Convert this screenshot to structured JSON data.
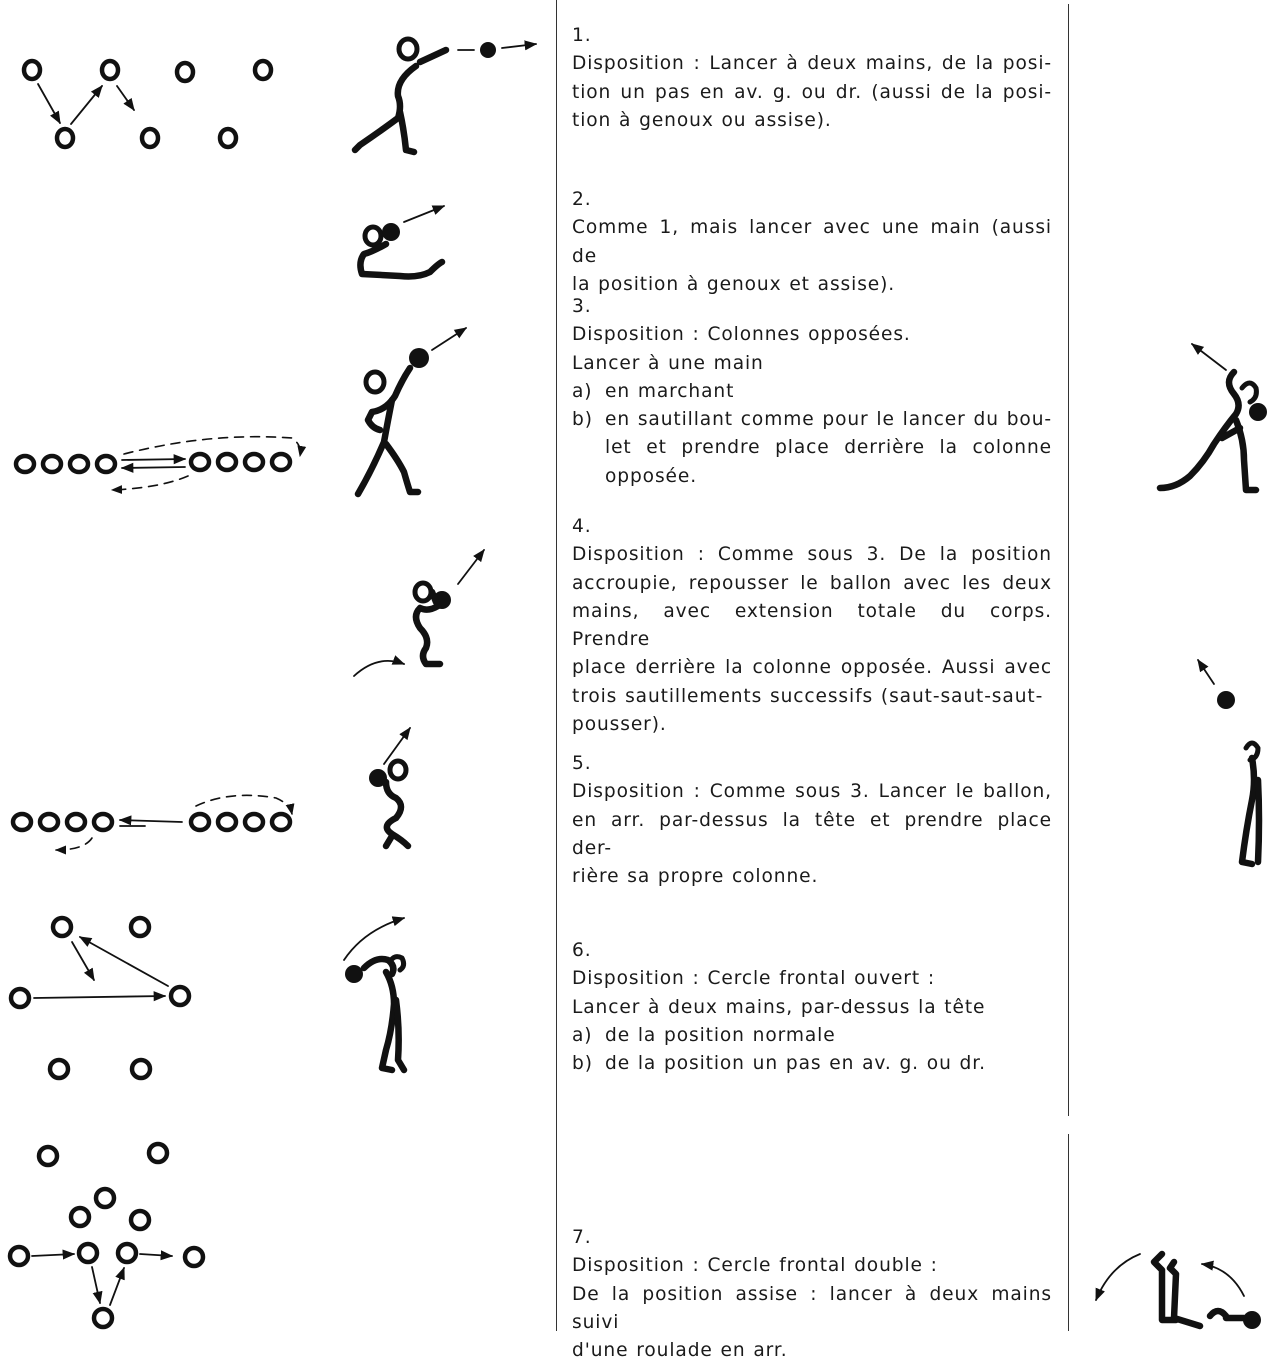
{
  "exercises": [
    {
      "number": "1.",
      "lines": [
        "Disposition : Lancer à deux mains, de la posi-",
        "tion un pas en av. g. ou dr. (aussi de la posi-",
        "tion à genoux ou assise)."
      ]
    },
    {
      "number": "2.",
      "lines": [
        "Comme 1, mais lancer avec une main (aussi de",
        "la position à genoux et assise)."
      ]
    },
    {
      "number": "3.",
      "lines": [
        "Disposition : Colonnes opposées.",
        "Lancer à une main"
      ],
      "items": [
        {
          "marker": "a)",
          "lines": [
            "en marchant"
          ]
        },
        {
          "marker": "b)",
          "lines": [
            "en sautillant comme pour le lancer du bou-",
            "let et prendre place derrière la colonne",
            "opposée."
          ]
        }
      ]
    },
    {
      "number": "4.",
      "lines": [
        "Disposition : Comme sous 3. De la position",
        "accroupie, repousser le ballon avec les deux",
        "mains, avec extension totale du corps. Prendre",
        "place derrière la colonne opposée. Aussi avec",
        "trois sautillements successifs (saut-saut-saut-",
        "pousser)."
      ]
    },
    {
      "number": "5.",
      "lines": [
        "Disposition : Comme sous 3. Lancer le ballon,",
        "en arr. par-dessus la tête et prendre place der-",
        "rière sa propre colonne."
      ]
    },
    {
      "number": "6.",
      "lines": [
        "Disposition : Cercle frontal ouvert :",
        "Lancer à deux mains, par-dessus la tête"
      ],
      "items": [
        {
          "marker": "a)",
          "lines": [
            "de la position normale"
          ]
        },
        {
          "marker": "b)",
          "lines": [
            "de la position un pas en av. g. ou dr."
          ]
        }
      ]
    },
    {
      "number": "7.",
      "lines": [
        "Disposition : Cercle frontal double :",
        "De la position assise : lancer à deux mains suivi",
        "d'une roulade en arr."
      ]
    }
  ]
}
